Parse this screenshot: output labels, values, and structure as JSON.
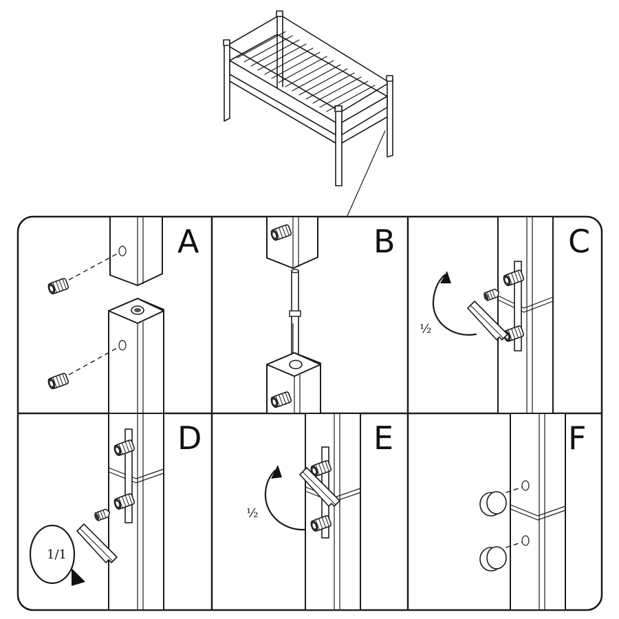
{
  "panels": [
    {
      "id": "A",
      "letter": "A"
    },
    {
      "id": "B",
      "letter": "B"
    },
    {
      "id": "C",
      "letter": "C",
      "turn": "½"
    },
    {
      "id": "D",
      "letter": "D",
      "turn": "1/1"
    },
    {
      "id": "E",
      "letter": "E",
      "turn": "½"
    },
    {
      "id": "F",
      "letter": "F"
    }
  ],
  "colors": {
    "line": "#1a1a1a",
    "background": "#ffffff"
  }
}
